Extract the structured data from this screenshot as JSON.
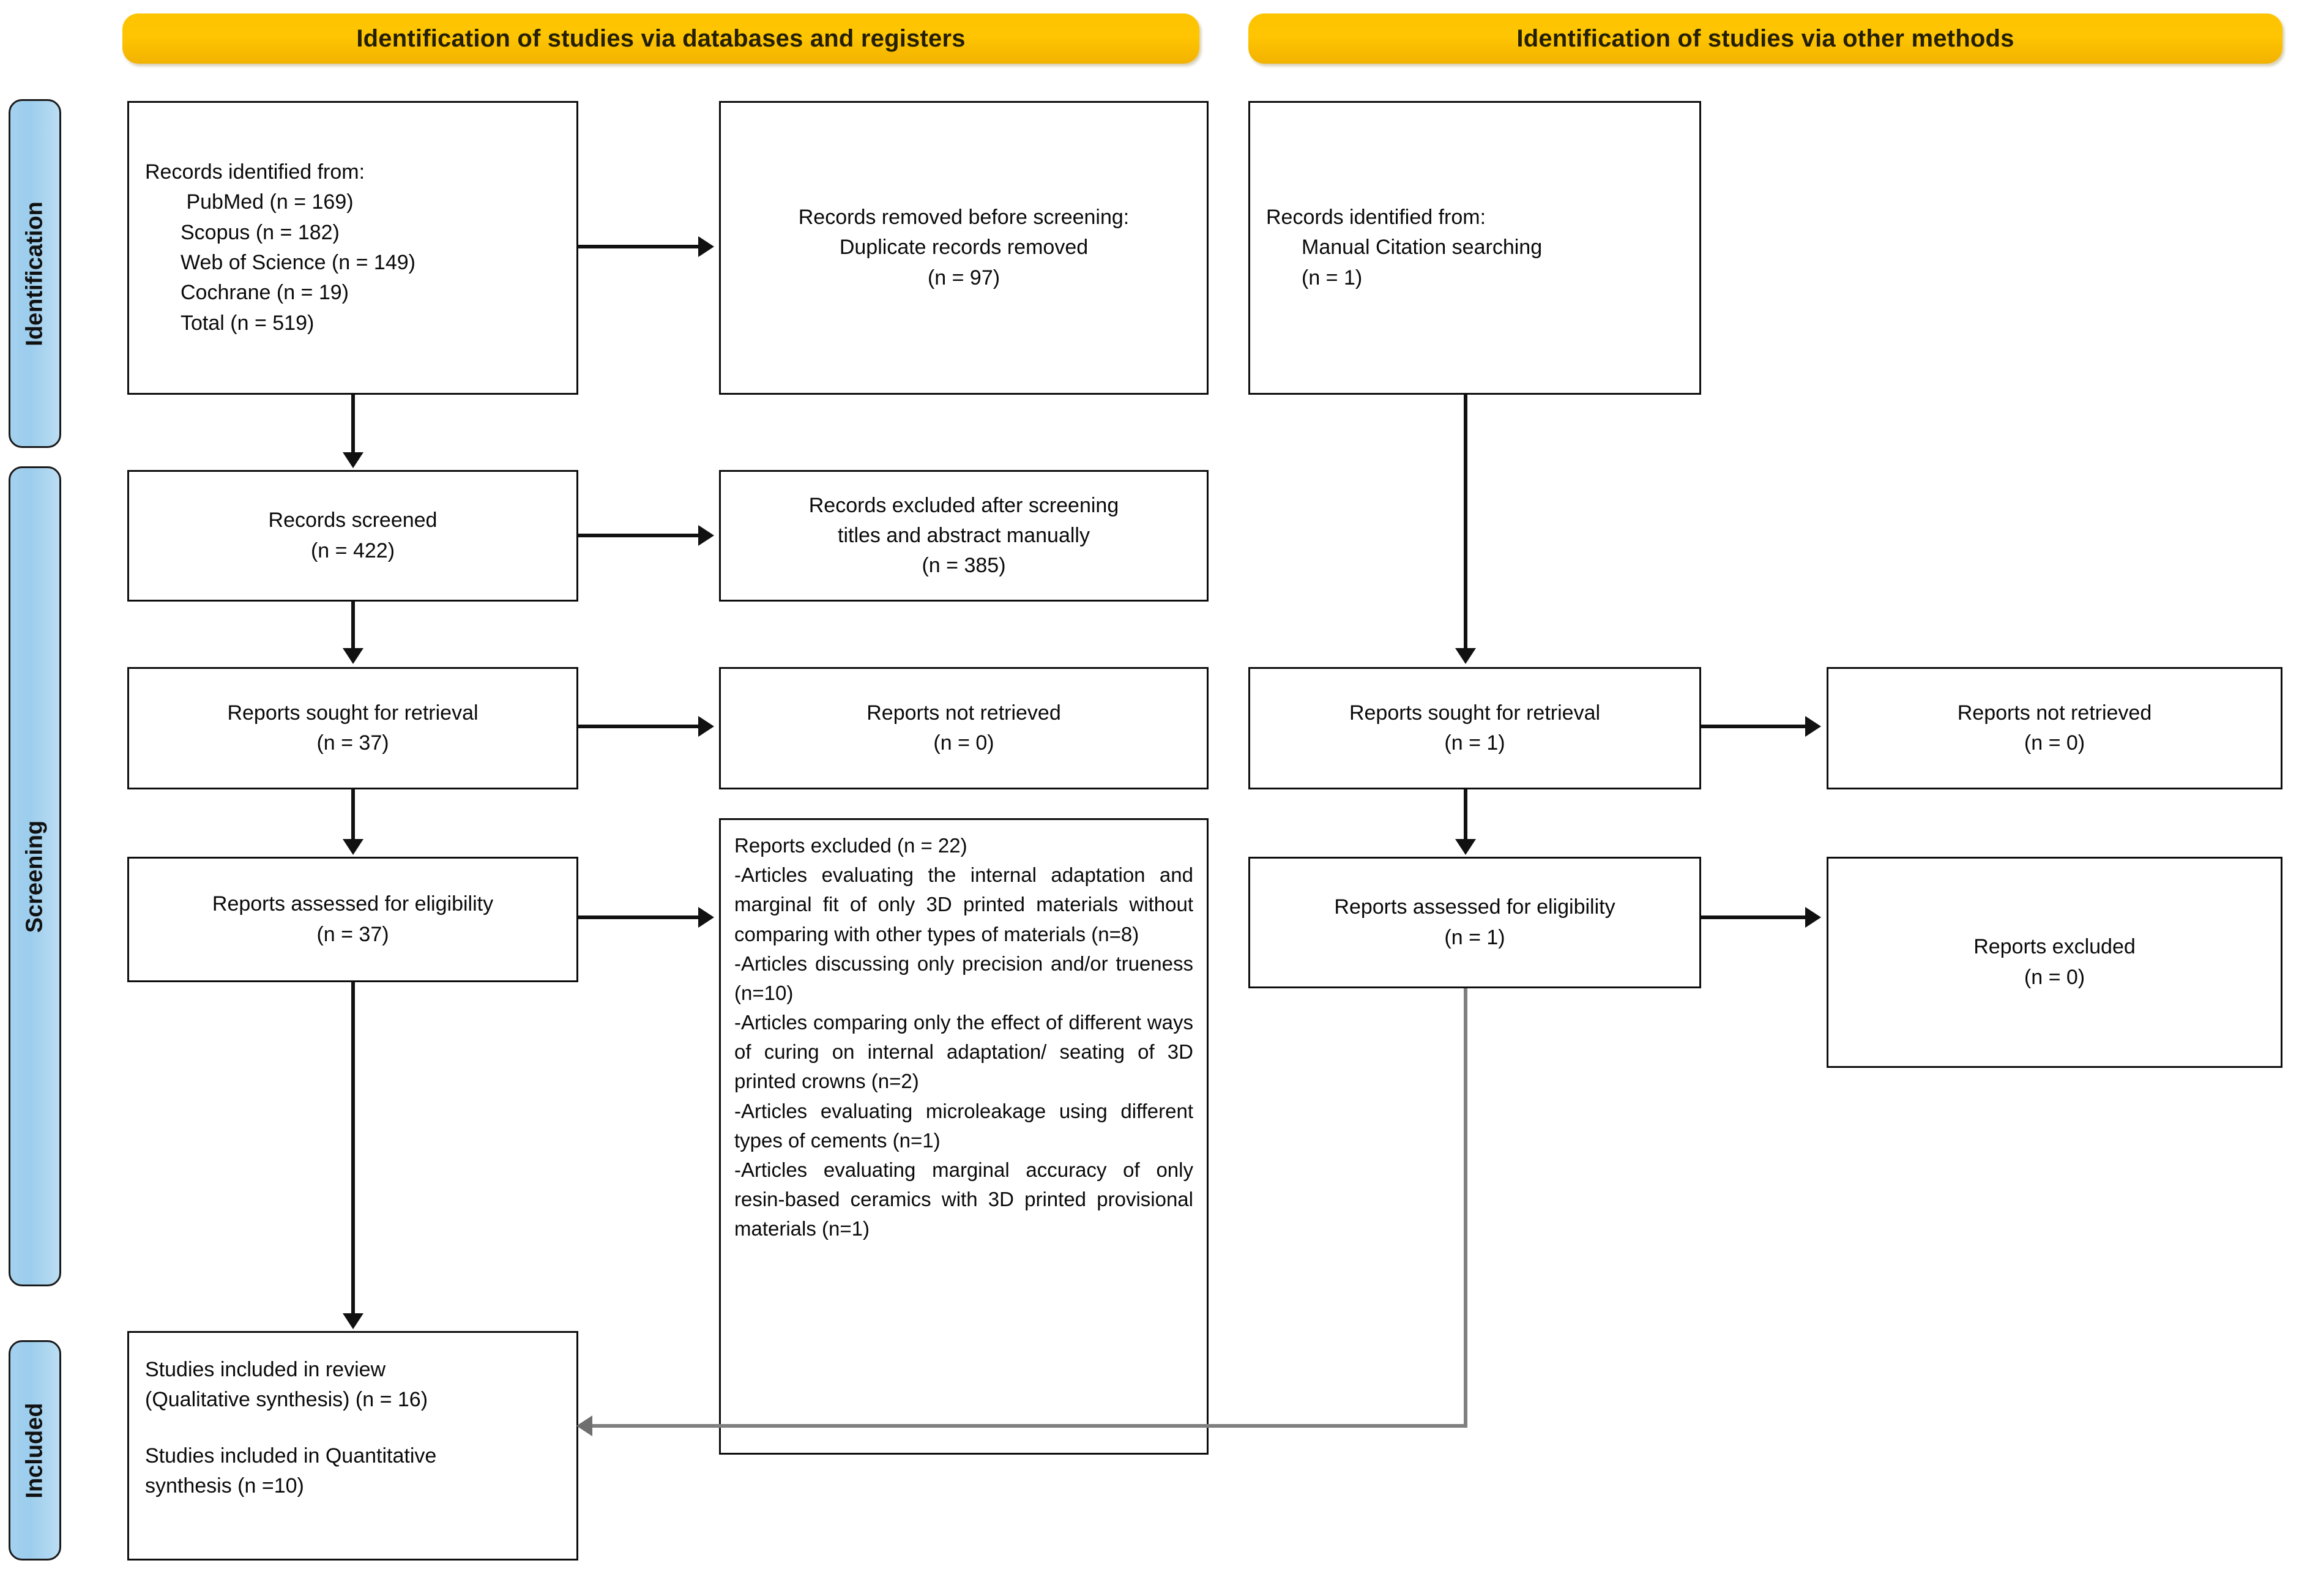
{
  "banners": {
    "left": "Identification of studies via databases and registers",
    "right": "Identification of studies via other methods"
  },
  "phases": {
    "identification": "Identification",
    "screening": "Screening",
    "included": "Included"
  },
  "left_column": {
    "identified": {
      "title": "Records identified from:",
      "sources": [
        "PubMed (n = 169)",
        "Scopus (n = 182)",
        "Web of Science (n = 149)",
        "Cochrane (n = 19)",
        "Total (n = 519)"
      ]
    },
    "removed": {
      "line1": "Records removed before screening:",
      "line2": "Duplicate records removed",
      "line3": "(n = 97)"
    },
    "screened": {
      "line1": "Records screened",
      "line2": "(n = 422)"
    },
    "excluded_screening": {
      "line1": "Records excluded after screening",
      "line2": "titles and abstract manually",
      "line3": "(n = 385)"
    },
    "sought": {
      "line1": "Reports sought for retrieval",
      "line2": "(n = 37)"
    },
    "not_retrieved": {
      "line1": "Reports not retrieved",
      "line2": "(n = 0)"
    },
    "assessed": {
      "line1": "Reports assessed for eligibility",
      "line2": "(n = 37)"
    },
    "reports_excluded": {
      "heading": "Reports excluded (n = 22)",
      "reasons": [
        "-Articles evaluating the internal adaptation and marginal fit of only 3D printed materials without comparing with other types of materials (n=8)",
        "-Articles discussing only precision and/or trueness (n=10)",
        "-Articles comparing only the effect of different ways of curing on internal adaptation/ seating of 3D printed crowns (n=2)",
        "-Articles evaluating microleakage using different types of cements (n=1)",
        "-Articles evaluating marginal accuracy of only resin-based ceramics with 3D printed provisional materials (n=1)"
      ]
    },
    "included": {
      "line1": "Studies included in review",
      "line2": "(Qualitative synthesis) (n = 16)",
      "line3": "Studies included in Quantitative",
      "line4": "synthesis (n =10)"
    }
  },
  "right_column": {
    "identified": {
      "title": "Records identified from:",
      "source": "Manual Citation searching",
      "count": "(n = 1)"
    },
    "sought": {
      "line1": "Reports sought for retrieval",
      "line2": "(n = 1)"
    },
    "not_retrieved": {
      "line1": "Reports not retrieved",
      "line2": "(n = 0)"
    },
    "assessed": {
      "line1": "Reports assessed for eligibility",
      "line2": "(n = 1)"
    },
    "excluded": {
      "line1": "Reports excluded",
      "line2": "(n = 0)"
    }
  },
  "colors": {
    "banner": "#FFC000",
    "phase_bar": "#A4D1EF",
    "connector": "#111111",
    "connector_gray": "#7f7f7f"
  }
}
